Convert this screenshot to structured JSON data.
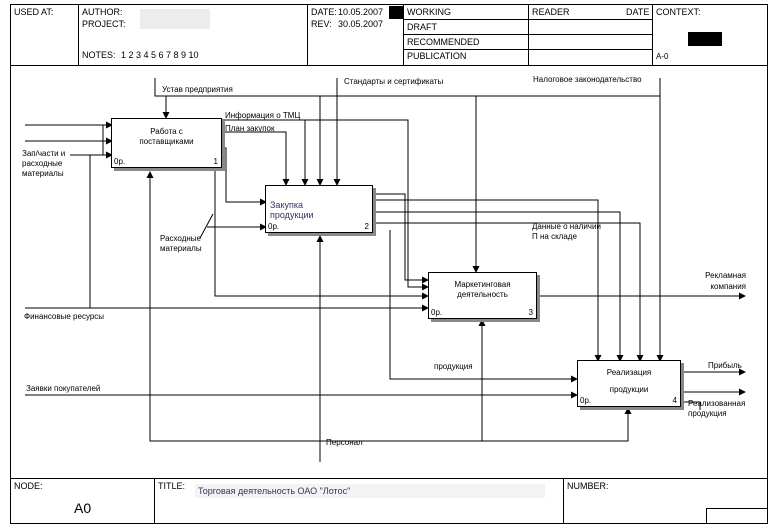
{
  "header": {
    "used_at_label": "USED AT:",
    "author_label": "AUTHOR:",
    "project_label": "PROJECT:",
    "notes_label": "NOTES:",
    "notes_numbers": "1  2  3  4  5  6  7  8  9  10",
    "date_label": "DATE:",
    "date_value": "10.05.2007",
    "rev_label": "REV:",
    "rev_value": "30.05.2007",
    "status": [
      "WORKING",
      "DRAFT",
      "RECOMMENDED",
      "PUBLICATION"
    ],
    "reader_label": "READER",
    "reader_date_label": "DATE",
    "context_label": "CONTEXT:",
    "context_node": "A-0"
  },
  "blocks": [
    {
      "id": "b1",
      "label": "Работа с поставщиками",
      "cost": "0р.",
      "num": "1"
    },
    {
      "id": "b2",
      "label": "Закупка продукции",
      "cost": "0р.",
      "num": "2"
    },
    {
      "id": "b3",
      "label": "Маркетинговая деятельность",
      "cost": "0р.",
      "num": "3"
    },
    {
      "id": "b4",
      "label": "Реализация продукции",
      "cost": "0р.",
      "num": "4"
    }
  ],
  "arrows": {
    "ustav": "Устав предприятия",
    "standards": "Стандарты и сертификаты",
    "tax": "Налоговое законодательство",
    "tmc_info": "Информация о ТМЦ",
    "purchase_plan": "План закупок",
    "spare_parts": "Зап/части и расходные материалы",
    "consumables": "Расходные материалы",
    "availability": "Данные о наличии  П на складе",
    "ad_campaign": "Рекламная компания",
    "finance": "Финансовые ресурсы",
    "products": "продукция",
    "customer_requests": "Заявки покупателей",
    "profit": "Прибыль",
    "sold_products": "Реализованная продукция",
    "staff": "Персонал"
  },
  "footer": {
    "node_label": "NODE:",
    "node_value": "A0",
    "title_label": "TITLE:",
    "title_value": "Торговая деятельность ОАО \"Лотос\"",
    "number_label": "NUMBER:"
  }
}
